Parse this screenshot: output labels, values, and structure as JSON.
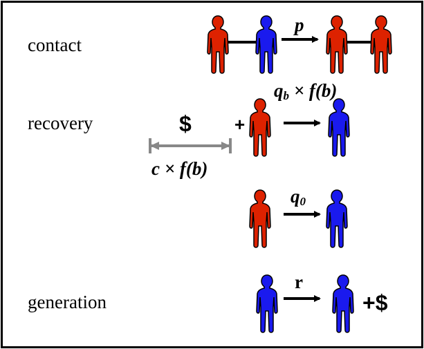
{
  "rows": {
    "contact": {
      "label": "contact",
      "rate": "p"
    },
    "recovery": {
      "label": "recovery",
      "cost_symbol": "$",
      "cost_formula": "c × f(b)",
      "plus": "+",
      "rate_base": "q",
      "rate_sub": "b",
      "rate_tail": " × f(b)"
    },
    "natural": {
      "rate_base": "q",
      "rate_sub": "0"
    },
    "generation": {
      "label": "generation",
      "rate": "r",
      "product": "+$"
    }
  },
  "colors": {
    "infected": "#dd2200",
    "susceptible": "#1a1aee",
    "outline": "#000000",
    "cost_bar": "#888888"
  },
  "icons": [
    "person-icon",
    "arrow-icon"
  ]
}
